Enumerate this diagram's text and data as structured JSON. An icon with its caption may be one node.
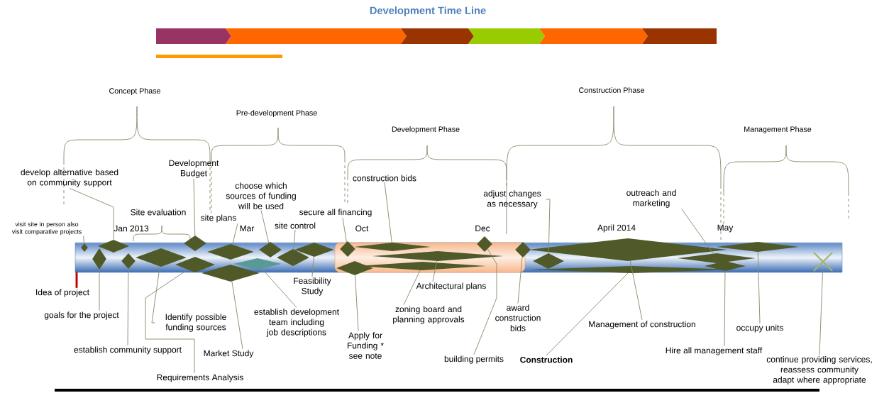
{
  "diagram": {
    "title": "Development Time Line",
    "nodes": [
      {
        "text": [
          "visit site in person also visit comparative projects"
        ]
      },
      {
        "text": [
          "develop alternative based on community support"
        ]
      },
      {
        "text": [
          "Idea of project"
        ]
      },
      {
        "text": [
          "goals for the project"
        ]
      },
      {
        "text": [
          "establish community support"
        ]
      },
      {
        "text": [
          "Development Budget"
        ]
      },
      {
        "text": [
          "Identify possible funding sources"
        ]
      },
      {
        "text": [
          "Requirements Analysis"
        ]
      },
      {
        "text": [
          "site plans"
        ]
      },
      {
        "text": [
          "Market Study"
        ]
      },
      {
        "text": [
          "choose which sources of funding will be used"
        ]
      },
      {
        "text": [
          "establish development team including job descriptions"
        ]
      },
      {
        "text": [
          "site control"
        ]
      },
      {
        "text": [
          "Feasibility Study"
        ]
      },
      {
        "text": [
          "secure all financing"
        ]
      },
      {
        "text": [
          "Apply for Funding * see note"
        ]
      },
      {
        "text": [
          "construction bids"
        ]
      },
      {
        "text": [
          "Architectural plans"
        ]
      },
      {
        "text": [
          "zoning board and planning approvals"
        ]
      },
      {
        "text": [
          "building permits"
        ]
      },
      {
        "text": [
          "award construction bids"
        ]
      },
      {
        "text": [
          "adjust changes as necessary"
        ]
      },
      {
        "text": [
          "Management of construction"
        ]
      },
      {
        "text": [
          "Construction"
        ]
      },
      {
        "text": [
          "outreach and marketing"
        ]
      },
      {
        "text": [
          "Hire all management staff"
        ]
      },
      {
        "text": [
          "occupy units"
        ]
      },
      {
        "text": [
          "continue providing services, reassess community adapt where appropriate"
        ]
      },
      {
        "text": [],
        "shape": "diamond"
      },
      {
        "text": [],
        "shape": "diamond"
      },
      {
        "text": [],
        "shape": "diamond"
      },
      {
        "text": [],
        "shape": "diamond"
      },
      {
        "text": [],
        "shape": "diamond"
      },
      {
        "text": [],
        "shape": "diamond"
      },
      {
        "text": [],
        "shape": "diamond"
      },
      {
        "text": [],
        "shape": "diamond"
      },
      {
        "text": [],
        "shape": "diamond"
      },
      {
        "text": [],
        "shape": "diamond"
      },
      {
        "text": [],
        "shape": "diamond"
      },
      {
        "text": [],
        "shape": "diamond"
      },
      {
        "text": [],
        "shape": "diamond"
      },
      {
        "text": [],
        "shape": "diamond"
      },
      {
        "text": [],
        "shape": "diamond"
      },
      {
        "text": [],
        "shape": "diamond"
      },
      {
        "text": [],
        "shape": "diamond"
      },
      {
        "text": [],
        "shape": "diamond"
      },
      {
        "text": [],
        "shape": "diamond"
      },
      {
        "text": [],
        "shape": "diamond"
      },
      {
        "text": [],
        "shape": "diamond"
      },
      {
        "text": [],
        "shape": "diamond"
      },
      {
        "text": [],
        "shape": "diamond"
      },
      {
        "text": [],
        "shape": "diamond"
      },
      {
        "text": [],
        "shape": "diamond"
      },
      {
        "text": [],
        "shape": "diamond"
      },
      {
        "text": [],
        "shape": "cross"
      }
    ],
    "edges": [
      {
        "from": 0,
        "to": 28,
        "arrow": "none"
      },
      {
        "from": 1,
        "to": 29,
        "arrow": "none"
      },
      {
        "from": 2,
        "to": null,
        "arrow": "none",
        "style": "thick",
        "color": "#c00000"
      },
      {
        "from": 3,
        "to": 30,
        "arrow": "none"
      },
      {
        "from": 4,
        "to": 31,
        "arrow": "none"
      },
      {
        "from": 5,
        "to": 33,
        "arrow": "none"
      },
      {
        "from": 6,
        "to": 32,
        "arrow": "none"
      },
      {
        "from": 7,
        "to": 34,
        "arrow": "none"
      },
      {
        "from": 8,
        "to": 35,
        "arrow": "none"
      },
      {
        "from": 9,
        "to": 36,
        "arrow": "none"
      },
      {
        "from": 10,
        "to": 38,
        "arrow": "none"
      },
      {
        "from": 11,
        "to": 37,
        "arrow": "none"
      },
      {
        "from": 12,
        "to": 39,
        "arrow": "none"
      },
      {
        "from": 13,
        "to": 40,
        "arrow": "none"
      },
      {
        "from": 14,
        "to": 41,
        "arrow": "none"
      },
      {
        "from": 15,
        "to": 42,
        "arrow": "none"
      },
      {
        "from": 16,
        "to": 43,
        "arrow": "none"
      },
      {
        "from": 17,
        "to": 44,
        "arrow": "none"
      },
      {
        "from": 18,
        "to": 45,
        "arrow": "none"
      },
      {
        "from": 19,
        "to": 46,
        "arrow": "none"
      },
      {
        "from": 20,
        "to": 47,
        "arrow": "none"
      },
      {
        "from": 21,
        "to": 48,
        "arrow": "none"
      },
      {
        "from": 22,
        "to": 49,
        "arrow": "none"
      },
      {
        "from": 23,
        "to": 50,
        "arrow": "none"
      },
      {
        "from": 24,
        "to": 51,
        "arrow": "none"
      },
      {
        "from": 25,
        "to": 52,
        "arrow": "none"
      },
      {
        "from": 26,
        "to": 53,
        "arrow": "none"
      },
      {
        "from": 27,
        "to": 54,
        "arrow": "none"
      }
    ],
    "labels": [
      "Concept Phase",
      "Construction Phase",
      "Pre-development Phase",
      "Development Phase",
      "Management Phase",
      "Site evaluation",
      "Jan 2013",
      "Mar",
      "Oct",
      "Dec",
      "April 2014",
      "May"
    ]
  }
}
